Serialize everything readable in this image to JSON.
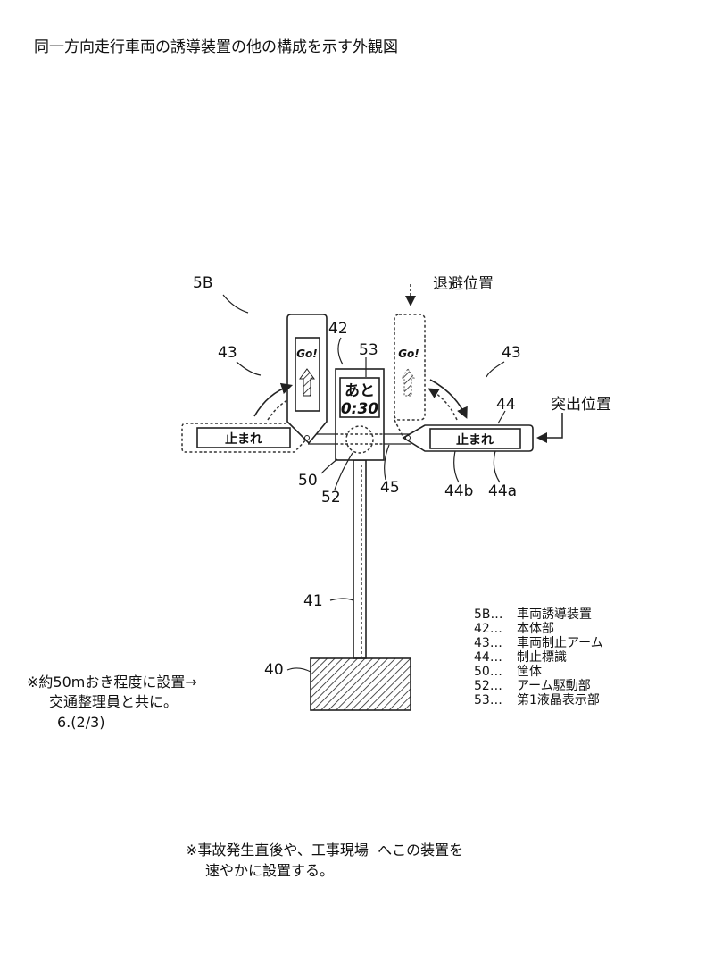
{
  "title": "同一方向走行車両の誘導装置の他の構成を示す外観図",
  "diagram": {
    "labels": {
      "device": "5B",
      "body": "42",
      "lcd": "53",
      "arm_left": "43",
      "arm_right": "43",
      "sign": "44",
      "retract_position": "退避位置",
      "extend_position": "突出位置",
      "housing": "50",
      "drive": "52",
      "bar": "45",
      "sign_inner": "44b",
      "sign_outer": "44a",
      "pole": "41",
      "base": "40"
    },
    "sign_text": "止まれ",
    "go_text": "Go!",
    "lcd_line1": "あと",
    "lcd_line2": "0:30"
  },
  "legend": [
    {
      "num": "5B…",
      "text": "車両誘導装置"
    },
    {
      "num": "42…",
      "text": "本体部"
    },
    {
      "num": "43…",
      "text": "車両制止アーム"
    },
    {
      "num": "44…",
      "text": "制止標識"
    },
    {
      "num": "50…",
      "text": "筐体"
    },
    {
      "num": "52…",
      "text": "アーム駆動部"
    },
    {
      "num": "53…",
      "text": "第1液晶表示部"
    }
  ],
  "notes": {
    "left_line1": "※約50mおき程度に設置→",
    "left_line2": "交通整理員と共に。",
    "left_line3": "6.(2/3)",
    "bottom_line1": "※事故発生直後や、工事現場  へこの装置を",
    "bottom_line2": "速やかに設置する。"
  }
}
